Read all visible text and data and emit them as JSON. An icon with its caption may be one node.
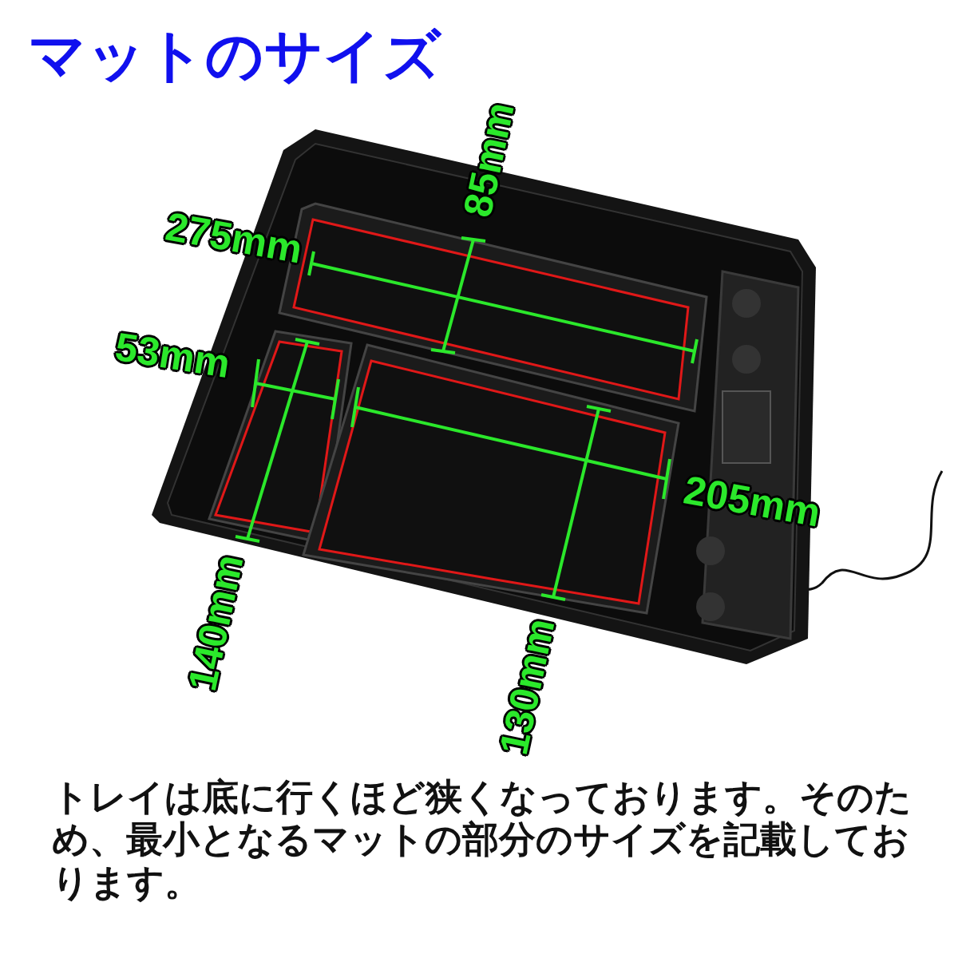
{
  "diagram": {
    "title": "マットのサイズ",
    "caption": "トレイは底に行くほど狭くなっております。そのため、最小となるマットの部分のサイズを記載しております。",
    "labels": [
      "85mm",
      "275mm",
      "53mm",
      "205mm",
      "140mm",
      "130mm"
    ]
  }
}
